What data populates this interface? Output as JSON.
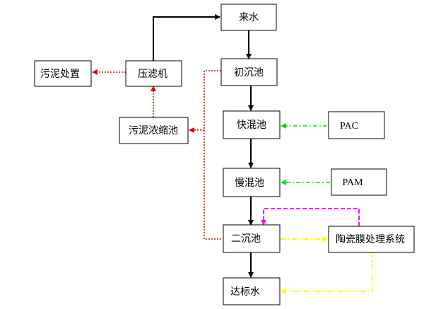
{
  "nodes": {
    "raw_water": "来水",
    "primary_settling": "初沉池",
    "rapid_mix": "快混池",
    "slow_mix": "慢混池",
    "secondary_settling": "二沉池",
    "effluent": "达标水",
    "filter_press": "压滤机",
    "sludge_disposal": "污泥处置",
    "sludge_thickener": "污泥浓缩池",
    "pac": "PAC",
    "pam": "PAM",
    "ceramic_membrane": "陶瓷膜处理系统"
  },
  "colors": {
    "main_flow": "#000000",
    "sludge_flow": "#e00000",
    "dosing_flow": "#00dd00",
    "membrane_return": "#ff00ff",
    "membrane_flow": "#ffff00"
  }
}
